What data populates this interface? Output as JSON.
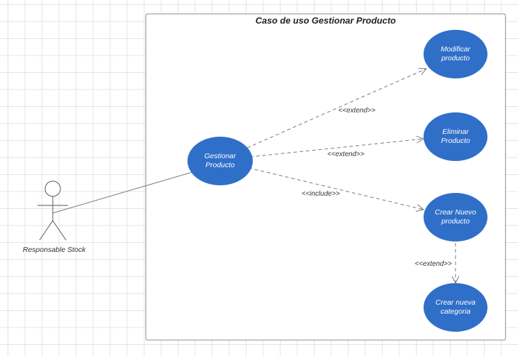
{
  "system": {
    "title": "Caso de uso Gestionar Producto"
  },
  "actor": {
    "name": "Responsable Stock"
  },
  "use_cases": {
    "gestionar": {
      "line1": "Gestionar",
      "line2": "Producto"
    },
    "modificar": {
      "line1": "Modificar",
      "line2": "producto"
    },
    "eliminar": {
      "line1": "Eliminar",
      "line2": "Producto"
    },
    "crear_producto": {
      "line1": "Crear Nuevo",
      "line2": "producto"
    },
    "crear_categoria": {
      "line1": "Crear nueva",
      "line2": "categoria"
    }
  },
  "relations": {
    "to_modificar": "<<extend>>",
    "to_eliminar": "<<extend>>",
    "to_crear_producto": "<<include>>",
    "to_crear_categoria": "<<extend>>"
  },
  "colors": {
    "usecase_fill": "#2f6fc8",
    "line": "#777777",
    "boundary": "#888888"
  }
}
